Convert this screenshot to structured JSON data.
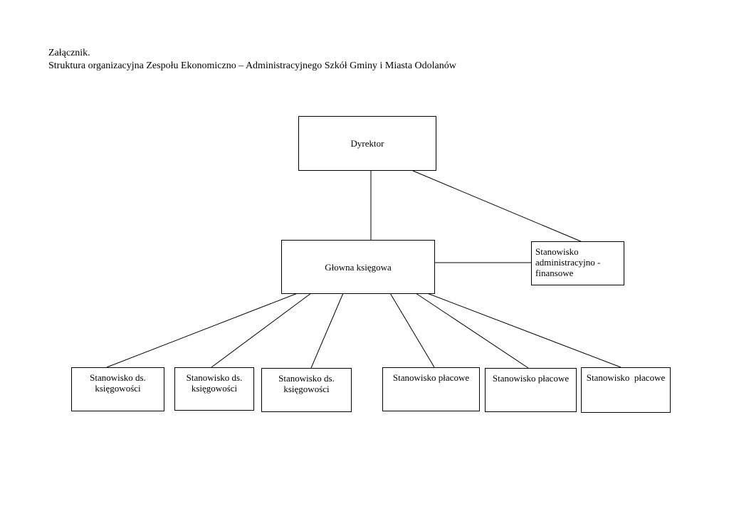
{
  "header": {
    "line1": "Załącznik.",
    "line2": "Struktura organizacyjna Zespołu Ekonomiczno – Administracyjnego Szkół Gminy i Miasta Odolanów"
  },
  "nodes": {
    "dyrektor": "Dyrektor",
    "glowna": "Głowna księgowa",
    "admin": [
      "Stanowisko",
      "administracyjno -",
      "finansowe"
    ],
    "ks1": [
      "Stanowisko ds.",
      "księgowości"
    ],
    "ks2": [
      "Stanowisko ds.",
      "księgowości"
    ],
    "ks3": [
      "Stanowisko ds.",
      "księgowości"
    ],
    "pl1": "Stanowisko płacowe",
    "pl2": "Stanowisko płacowe",
    "pl3": "Stanowisko  płacowe"
  }
}
